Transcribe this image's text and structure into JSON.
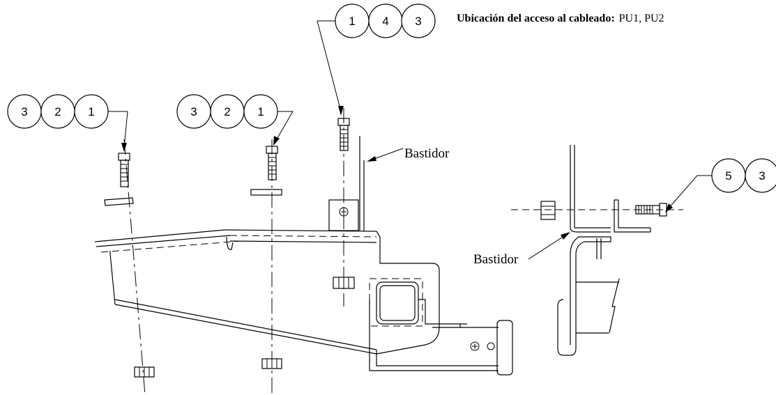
{
  "header": {
    "label": "Ubicación del acceso al cableado:",
    "value": "PU1, PU2"
  },
  "callouts": {
    "left": [
      "3",
      "2",
      "1"
    ],
    "middle": [
      "3",
      "2",
      "1"
    ],
    "top": [
      "1",
      "4",
      "3"
    ],
    "right": [
      "5",
      "3"
    ]
  },
  "labels": {
    "frame_top": "Bastidor",
    "frame_right": "Bastidor"
  }
}
